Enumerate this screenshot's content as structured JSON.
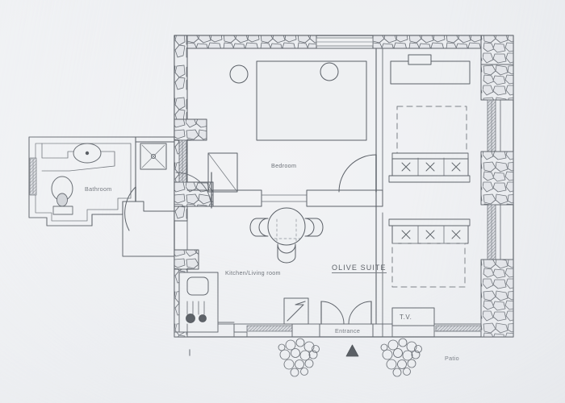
{
  "document": {
    "type": "architectural-floor-plan",
    "title": "OLIVE SUITE",
    "medium": "hand-drawn pencil/ink plan on light grey paper",
    "background_color": "#e9ebee",
    "ink_color": "#5b6067"
  },
  "room_labels": {
    "suite": "OLIVE  SUITE",
    "bedroom": "Bedroom",
    "bathroom": "Bathroom",
    "kitchen_living": "Kitchen/Living room",
    "entrance": "Entrance",
    "patio": "Patio",
    "tv": "T.V."
  },
  "features": {
    "bedroom": [
      "double-bed",
      "two-pillows",
      "window",
      "door-swing",
      "stone-wall"
    ],
    "bathroom": [
      "wash-basin",
      "toilet",
      "shower-tray",
      "window",
      "door-swing"
    ],
    "kitchen": [
      "sink",
      "draining-board",
      "two-hob-burners",
      "counter",
      "fireplace-symbol"
    ],
    "living": [
      "round-table",
      "three-chairs"
    ],
    "patio": [
      "bench-seat-upper",
      "bench-seat-lower",
      "pergola-outline-upper",
      "pergola-outline-lower",
      "planter"
    ],
    "exterior": [
      "shrub-left",
      "shrub-right",
      "entrance-marker-triangle",
      "double-entrance-doors"
    ]
  },
  "annotations": {
    "north_marker": "▲",
    "cushion_mark": "×"
  }
}
